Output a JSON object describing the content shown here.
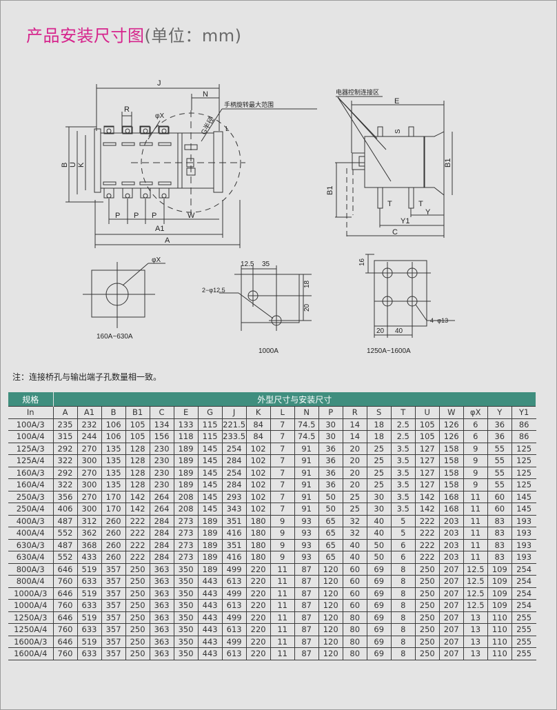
{
  "title": {
    "main": "产品安装尺寸图",
    "unit": "(单位：mm)"
  },
  "drawings": {
    "front": {
      "J": "J",
      "N": "N",
      "R": "R",
      "phiX": "φX",
      "G": "G半径",
      "L": "L",
      "B": "B",
      "U": "U",
      "K": "K",
      "P": "P",
      "W": "W",
      "A1": "A1",
      "A": "A",
      "handle_note": "手柄旋转最大范围"
    },
    "side": {
      "zone_note": "电器控制连接区",
      "E": "E",
      "S": "S",
      "B1": "B1",
      "T": "T",
      "Y": "Y",
      "Y1": "Y1",
      "C": "C"
    },
    "hole_160_630": {
      "phiX": "φX",
      "caption": "160A~630A"
    },
    "hole_1000": {
      "d1": "12.5",
      "d2": "35",
      "d3": "18",
      "d4": "20",
      "hole": "2−φ12.5",
      "caption": "1000A"
    },
    "hole_1250_1600": {
      "d1": "16",
      "d2": "20",
      "d3": "40",
      "hole": "4−φ13",
      "caption": "1250A~1600A"
    }
  },
  "note": "注：连接桥孔与输出端子孔数量相一致。",
  "table": {
    "group_left": "规格",
    "group_right": "外型尺寸与安装尺寸",
    "columns": [
      "In",
      "A",
      "A1",
      "B",
      "B1",
      "C",
      "E",
      "G",
      "J",
      "K",
      "L",
      "N",
      "P",
      "R",
      "S",
      "T",
      "U",
      "W",
      "φX",
      "Y",
      "Y1"
    ],
    "rows": [
      [
        "100A/3",
        "235",
        "232",
        "106",
        "105",
        "134",
        "133",
        "115",
        "221.5",
        "84",
        "7",
        "74.5",
        "30",
        "14",
        "18",
        "2.5",
        "105",
        "126",
        "6",
        "36",
        "86"
      ],
      [
        "100A/4",
        "315",
        "244",
        "106",
        "105",
        "156",
        "118",
        "115",
        "233.5",
        "84",
        "7",
        "74.5",
        "30",
        "14",
        "18",
        "2.5",
        "105",
        "126",
        "6",
        "36",
        "86"
      ],
      [
        "125A/3",
        "292",
        "270",
        "135",
        "128",
        "230",
        "189",
        "145",
        "254",
        "102",
        "7",
        "91",
        "36",
        "20",
        "25",
        "3.5",
        "127",
        "158",
        "9",
        "55",
        "125"
      ],
      [
        "125A/4",
        "322",
        "300",
        "135",
        "128",
        "230",
        "189",
        "145",
        "284",
        "102",
        "7",
        "91",
        "36",
        "20",
        "25",
        "3.5",
        "127",
        "158",
        "9",
        "55",
        "125"
      ],
      [
        "160A/3",
        "292",
        "270",
        "135",
        "128",
        "230",
        "189",
        "145",
        "254",
        "102",
        "7",
        "91",
        "36",
        "20",
        "25",
        "3.5",
        "127",
        "158",
        "9",
        "55",
        "125"
      ],
      [
        "160A/4",
        "322",
        "300",
        "135",
        "128",
        "230",
        "189",
        "145",
        "284",
        "102",
        "7",
        "91",
        "36",
        "20",
        "25",
        "3.5",
        "127",
        "158",
        "9",
        "55",
        "125"
      ],
      [
        "250A/3",
        "356",
        "270",
        "170",
        "142",
        "264",
        "208",
        "145",
        "293",
        "102",
        "7",
        "91",
        "50",
        "25",
        "30",
        "3.5",
        "142",
        "168",
        "11",
        "60",
        "145"
      ],
      [
        "250A/4",
        "406",
        "300",
        "170",
        "142",
        "264",
        "208",
        "145",
        "343",
        "102",
        "7",
        "91",
        "50",
        "25",
        "30",
        "3.5",
        "142",
        "168",
        "11",
        "60",
        "145"
      ],
      [
        "400A/3",
        "487",
        "312",
        "260",
        "222",
        "284",
        "273",
        "189",
        "351",
        "180",
        "9",
        "93",
        "65",
        "32",
        "40",
        "5",
        "222",
        "203",
        "11",
        "83",
        "193"
      ],
      [
        "400A/4",
        "552",
        "362",
        "260",
        "222",
        "284",
        "273",
        "189",
        "416",
        "180",
        "9",
        "93",
        "65",
        "32",
        "40",
        "5",
        "222",
        "203",
        "11",
        "83",
        "193"
      ],
      [
        "630A/3",
        "487",
        "368",
        "260",
        "222",
        "284",
        "273",
        "189",
        "351",
        "180",
        "9",
        "93",
        "65",
        "40",
        "50",
        "6",
        "222",
        "203",
        "11",
        "83",
        "193"
      ],
      [
        "630A/4",
        "552",
        "433",
        "260",
        "222",
        "284",
        "273",
        "189",
        "416",
        "180",
        "9",
        "93",
        "65",
        "40",
        "50",
        "6",
        "222",
        "203",
        "11",
        "83",
        "193"
      ],
      [
        "800A/3",
        "646",
        "519",
        "357",
        "250",
        "363",
        "350",
        "189",
        "499",
        "220",
        "11",
        "87",
        "120",
        "60",
        "69",
        "8",
        "250",
        "207",
        "12.5",
        "109",
        "254"
      ],
      [
        "800A/4",
        "760",
        "633",
        "357",
        "250",
        "363",
        "350",
        "443",
        "613",
        "220",
        "11",
        "87",
        "120",
        "60",
        "69",
        "8",
        "250",
        "207",
        "12.5",
        "109",
        "254"
      ],
      [
        "1000A/3",
        "646",
        "519",
        "357",
        "250",
        "363",
        "350",
        "443",
        "499",
        "220",
        "11",
        "87",
        "120",
        "60",
        "69",
        "8",
        "250",
        "207",
        "12.5",
        "109",
        "254"
      ],
      [
        "1000A/4",
        "760",
        "633",
        "357",
        "250",
        "363",
        "350",
        "443",
        "613",
        "220",
        "11",
        "87",
        "120",
        "60",
        "69",
        "8",
        "250",
        "207",
        "12.5",
        "109",
        "254"
      ],
      [
        "1250A/3",
        "646",
        "519",
        "357",
        "250",
        "363",
        "350",
        "443",
        "499",
        "220",
        "11",
        "87",
        "120",
        "80",
        "69",
        "8",
        "250",
        "207",
        "13",
        "110",
        "255"
      ],
      [
        "1250A/4",
        "760",
        "633",
        "357",
        "250",
        "363",
        "350",
        "443",
        "613",
        "220",
        "11",
        "87",
        "120",
        "80",
        "69",
        "8",
        "250",
        "207",
        "13",
        "110",
        "255"
      ],
      [
        "1600A/3",
        "646",
        "519",
        "357",
        "250",
        "363",
        "350",
        "443",
        "499",
        "220",
        "11",
        "87",
        "120",
        "80",
        "69",
        "8",
        "250",
        "207",
        "13",
        "110",
        "255"
      ],
      [
        "1600A/4",
        "760",
        "633",
        "357",
        "250",
        "363",
        "350",
        "443",
        "613",
        "220",
        "11",
        "87",
        "120",
        "80",
        "69",
        "8",
        "250",
        "207",
        "13",
        "110",
        "255"
      ]
    ]
  }
}
